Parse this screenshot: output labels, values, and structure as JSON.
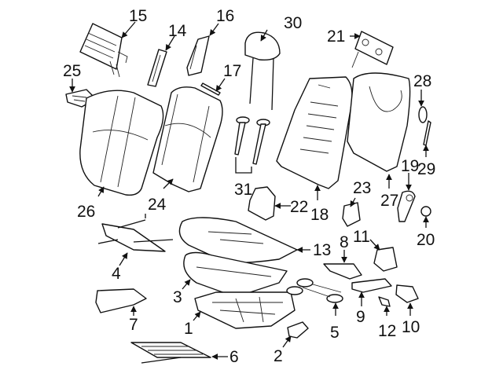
{
  "diagram": {
    "title": "Seat components exploded view",
    "callouts": [
      {
        "id": "c1",
        "label": "1"
      },
      {
        "id": "c2",
        "label": "2"
      },
      {
        "id": "c3",
        "label": "3"
      },
      {
        "id": "c4",
        "label": "4"
      },
      {
        "id": "c5",
        "label": "5"
      },
      {
        "id": "c6",
        "label": "6"
      },
      {
        "id": "c7",
        "label": "7"
      },
      {
        "id": "c8",
        "label": "8"
      },
      {
        "id": "c9",
        "label": "9"
      },
      {
        "id": "c10",
        "label": "10"
      },
      {
        "id": "c11",
        "label": "11"
      },
      {
        "id": "c12",
        "label": "12"
      },
      {
        "id": "c13",
        "label": "13"
      },
      {
        "id": "c14",
        "label": "14"
      },
      {
        "id": "c15",
        "label": "15"
      },
      {
        "id": "c16",
        "label": "16"
      },
      {
        "id": "c17",
        "label": "17"
      },
      {
        "id": "c18",
        "label": "18"
      },
      {
        "id": "c19",
        "label": "19"
      },
      {
        "id": "c20",
        "label": "20"
      },
      {
        "id": "c21",
        "label": "21"
      },
      {
        "id": "c22",
        "label": "22"
      },
      {
        "id": "c23",
        "label": "23"
      },
      {
        "id": "c24",
        "label": "24"
      },
      {
        "id": "c25",
        "label": "25"
      },
      {
        "id": "c26",
        "label": "26"
      },
      {
        "id": "c27",
        "label": "27"
      },
      {
        "id": "c28",
        "label": "28"
      },
      {
        "id": "c29",
        "label": "29"
      },
      {
        "id": "c30",
        "label": "30"
      },
      {
        "id": "c31",
        "label": "31"
      }
    ],
    "parts": [
      {
        "callout": "1",
        "name": "seat-cushion-frame"
      },
      {
        "callout": "2",
        "name": "clip"
      },
      {
        "callout": "3",
        "name": "cushion-pad"
      },
      {
        "callout": "4",
        "name": "side-trim-panel"
      },
      {
        "callout": "5",
        "name": "grommet-harness"
      },
      {
        "callout": "6",
        "name": "heater-element"
      },
      {
        "callout": "7",
        "name": "side-shield"
      },
      {
        "callout": "8",
        "name": "bracket"
      },
      {
        "callout": "9",
        "name": "bracket"
      },
      {
        "callout": "10",
        "name": "switch"
      },
      {
        "callout": "11",
        "name": "switch-housing"
      },
      {
        "callout": "12",
        "name": "knob"
      },
      {
        "callout": "13",
        "name": "cushion-cover"
      },
      {
        "callout": "14",
        "name": "side-airbag-cover"
      },
      {
        "callout": "15",
        "name": "lumbar-support"
      },
      {
        "callout": "16",
        "name": "side-airbag"
      },
      {
        "callout": "17",
        "name": "pin"
      },
      {
        "callout": "18",
        "name": "seat-back-frame"
      },
      {
        "callout": "19",
        "name": "recliner-handle"
      },
      {
        "callout": "20",
        "name": "cap"
      },
      {
        "callout": "21",
        "name": "lumbar-switch"
      },
      {
        "callout": "22",
        "name": "recliner-mechanism"
      },
      {
        "callout": "23",
        "name": "latch"
      },
      {
        "callout": "24",
        "name": "seat-back-pad"
      },
      {
        "callout": "25",
        "name": "map-pocket-trim"
      },
      {
        "callout": "26",
        "name": "seat-back-cover"
      },
      {
        "callout": "27",
        "name": "back-panel"
      },
      {
        "callout": "28",
        "name": "ring"
      },
      {
        "callout": "29",
        "name": "rod"
      },
      {
        "callout": "30",
        "name": "headrest"
      },
      {
        "callout": "31",
        "name": "headrest-guides"
      }
    ]
  }
}
